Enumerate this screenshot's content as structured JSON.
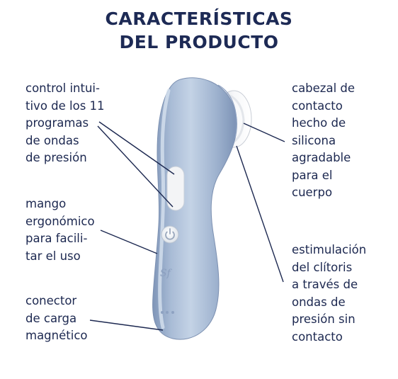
{
  "title": {
    "line1": "CARACTERÍSTICAS",
    "line2": "DEL PRODUCTO"
  },
  "features": {
    "control": [
      "control intui-",
      "tivo de los 11",
      "programas",
      "de ondas",
      "de presión"
    ],
    "handle": [
      "mango",
      "ergonómico",
      "para facili-",
      "tar el uso"
    ],
    "connector": [
      "conector",
      "de carga",
      "magnético"
    ],
    "head": [
      "cabezal de",
      "contacto",
      "hecho de",
      "silicona",
      "agradable",
      "para el",
      "cuerpo"
    ],
    "stimulation": [
      "estimulación",
      "del clítoris",
      "a través de",
      "ondas de",
      "presión sin",
      "contacto"
    ]
  },
  "device_logo": "Sf",
  "colors": {
    "title": "#1d2a55",
    "text": "#1c2850",
    "body_blue": "#9fb3cf",
    "head_white": "#eef0f3",
    "leader_line": "#1c2850"
  }
}
